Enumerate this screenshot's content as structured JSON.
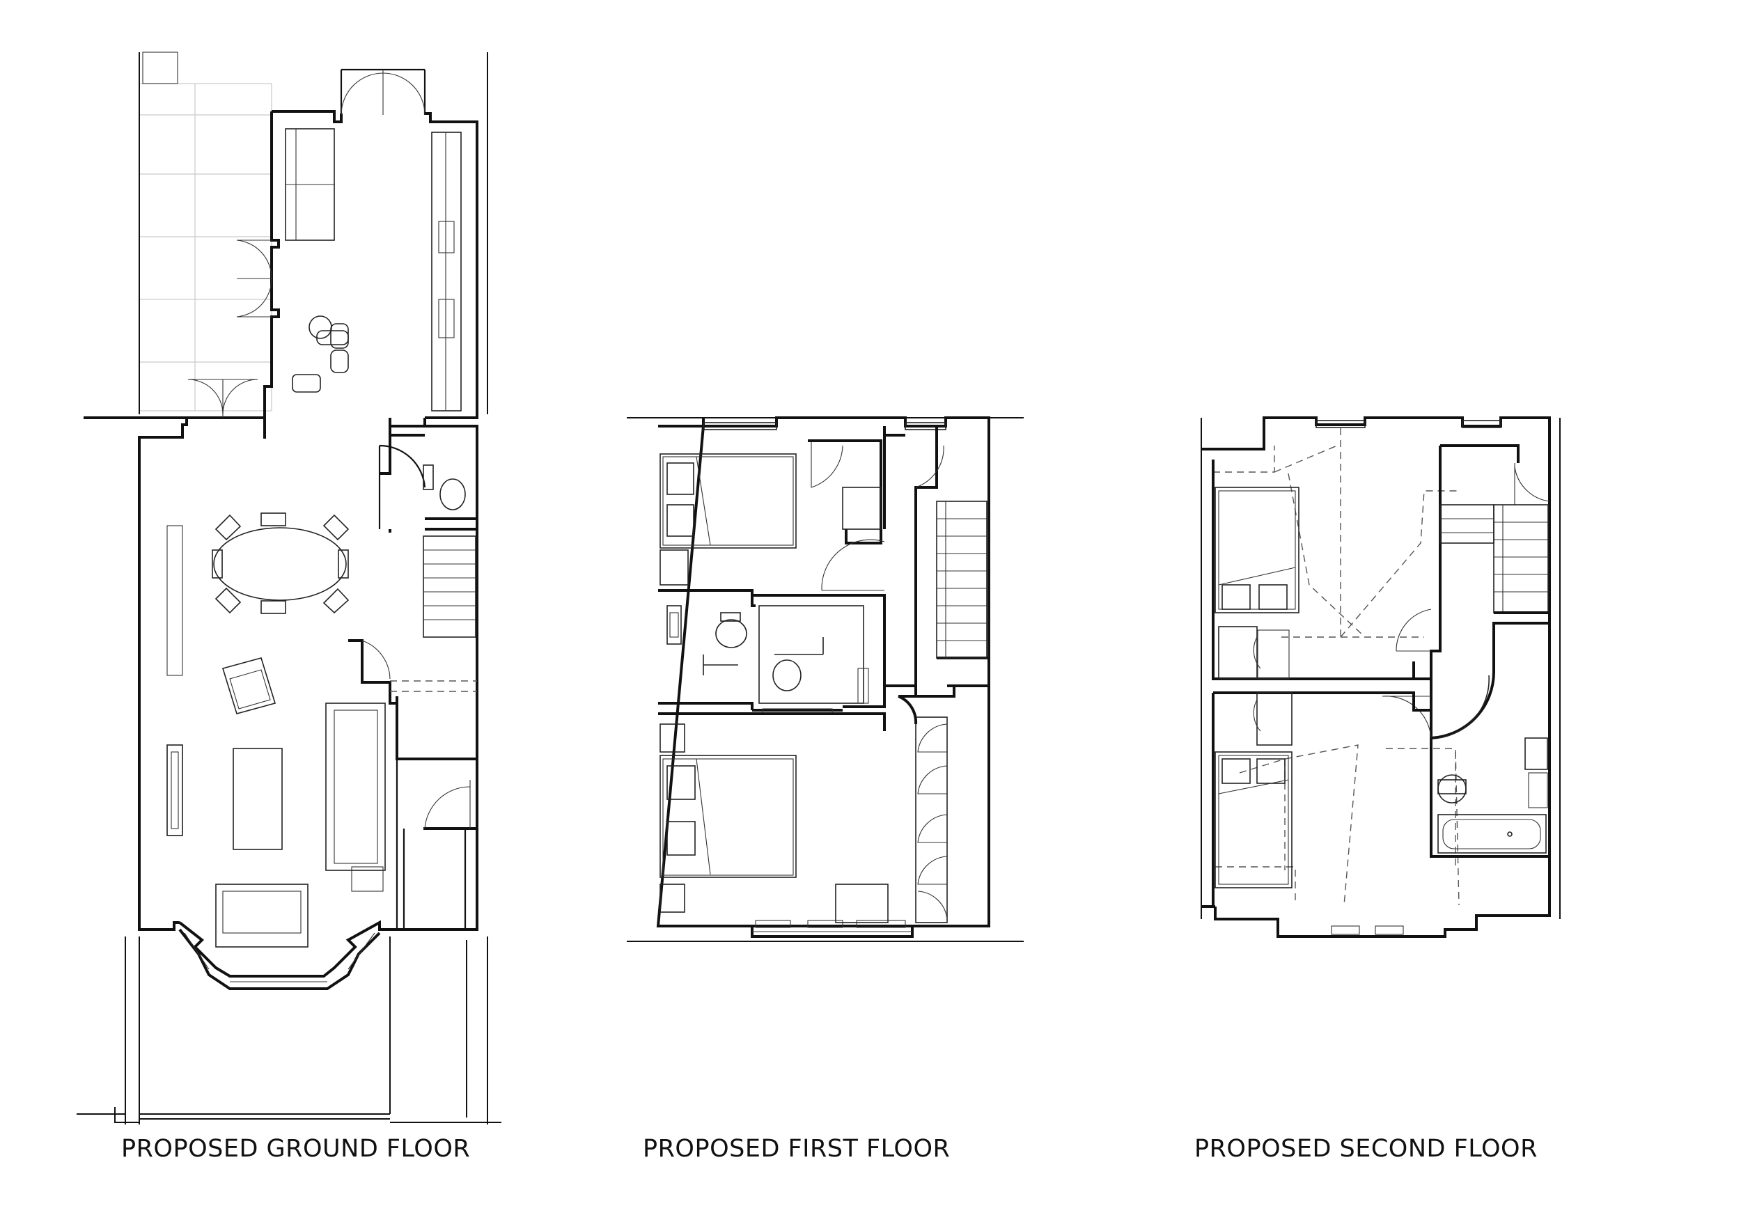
{
  "labels": {
    "ground": "PROPOSED GROUND FLOOR",
    "first": "PROPOSED FIRST FLOOR",
    "second": "PROPOSED SECOND FLOOR"
  },
  "colors": {
    "line": "#111111",
    "grid": "#c9c9c9",
    "background": "#ffffff"
  },
  "plans": [
    {
      "id": "ground",
      "storey": "ground",
      "icons": [
        "door-swing-icon",
        "stair-icon",
        "wc-icon",
        "sofa-icon",
        "armchair-icon",
        "dining-table-icon",
        "chair-icon",
        "kitchen-counter-icon",
        "bay-window-icon",
        "coffee-table-icon"
      ]
    },
    {
      "id": "first",
      "storey": "first",
      "icons": [
        "double-bed-icon",
        "wardrobe-icon",
        "stair-icon",
        "wc-icon",
        "shower-icon",
        "door-swing-icon",
        "desk-icon"
      ]
    },
    {
      "id": "second",
      "storey": "second",
      "icons": [
        "double-bed-icon",
        "wardrobe-icon",
        "stair-icon",
        "wc-icon",
        "bathtub-icon",
        "basin-icon",
        "roof-hip-lines-icon"
      ]
    }
  ]
}
